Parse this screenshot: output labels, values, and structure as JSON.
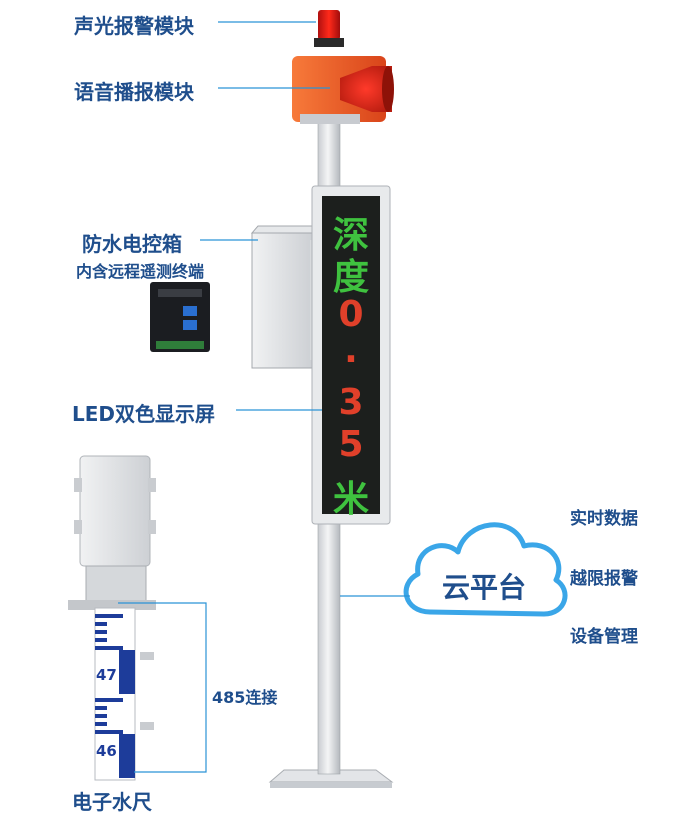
{
  "labels": {
    "alarm_module": "声光报警模块",
    "voice_module": "语音播报模块",
    "control_box": "防水电控箱",
    "control_box_sub": "内含远程遥测终端",
    "led_screen": "LED双色显示屏",
    "water_gauge": "电子水尺",
    "connection": "485连接"
  },
  "led_display": {
    "chars_green": [
      "深",
      "度"
    ],
    "digits_red": [
      "0",
      ".",
      "3",
      "5"
    ],
    "unit_green": "米"
  },
  "gauge": {
    "marks": [
      "47",
      "46"
    ]
  },
  "cloud": {
    "title": "云平台",
    "features": [
      "实时数据",
      "越限报警",
      "设备管理"
    ]
  },
  "colors": {
    "label_text": "#1f4e8c",
    "leader_line": "#2b93d6",
    "cloud_stroke": "#3aa6e8",
    "led_green": "#3fc23f",
    "led_red": "#e0402a",
    "alarm_orange": "#f25a1f",
    "gauge_blue": "#1d3c9a"
  }
}
